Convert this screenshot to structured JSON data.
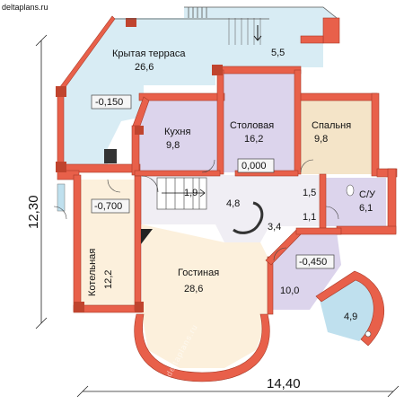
{
  "site": "deltaplans.ru",
  "watermark": "deltaplans.ru",
  "dimensions": {
    "depth": "12,30",
    "width": "14,40"
  },
  "levels": {
    "terrace": "-0,150",
    "boiler": "-0,700",
    "center": "0,000",
    "study": "-0,450"
  },
  "rooms": {
    "terrace": {
      "name": "Крытая терраса",
      "area": "26,6"
    },
    "porch": {
      "area": "5,5"
    },
    "kitchen": {
      "name": "Кухня",
      "area": "9,8"
    },
    "dining": {
      "name": "Столовая",
      "area": "16,2"
    },
    "bedroom": {
      "name": "Спальня",
      "area": "9,8"
    },
    "bath": {
      "name": "С/У",
      "area": "6,1"
    },
    "boiler": {
      "name": "Котельная",
      "area": "12,2"
    },
    "living": {
      "name": "Гостиная",
      "area": "28,6"
    },
    "study": {
      "area": "10,0"
    },
    "bay": {
      "area": "4,9"
    }
  },
  "small_areas": {
    "a": "1,9",
    "b": "4,8",
    "c": "3,4",
    "d": "1,5",
    "e": "1,1"
  },
  "colors": {
    "wall": "#e8604a",
    "wall_dark": "#a83a28",
    "terrace": "#d8ecf4",
    "lilac": "#dcd4ec",
    "beige": "#f4e4c8",
    "cream": "#fcf0dc",
    "hall": "#f0eef4",
    "window": "#bfe0ee"
  }
}
